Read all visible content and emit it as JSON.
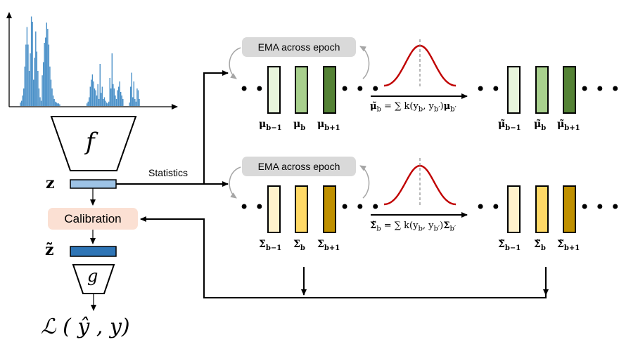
{
  "labels": {
    "f": "f",
    "g": "g",
    "z": "z",
    "z_tilde": "z̃",
    "statistics": "Statistics",
    "calibration": "Calibration",
    "ema_top": "EMA across epoch",
    "ema_bottom": "EMA across epoch",
    "loss": "ℒ ( ŷ , y)"
  },
  "mu_row": {
    "left_labels": [
      {
        "base": "μ",
        "sub": "b−1"
      },
      {
        "base": "μ",
        "sub": "b"
      },
      {
        "base": "μ",
        "sub": "b+1"
      }
    ],
    "right_labels": [
      {
        "base": "μ̃",
        "sub": "b−1"
      },
      {
        "base": "μ̃",
        "sub": "b"
      },
      {
        "base": "μ̃",
        "sub": "b+1"
      }
    ],
    "formula": "μ̃_b = ∑ k(y_b, y_b′) μ_b′",
    "formula_lhs": "μ̃",
    "formula_lhs_sub": "b",
    "formula_rhs": " = ∑ k(y",
    "formula_rhs_sub1": "b",
    "formula_rhs_mid": ", y",
    "formula_rhs_sub2": "b′",
    "formula_rhs_end": ")",
    "formula_tail": "μ",
    "formula_tail_sub": "b′",
    "colors": [
      "#e8f5dc",
      "#a8d08d",
      "#548235"
    ]
  },
  "sigma_row": {
    "left_labels": [
      {
        "base": "Σ",
        "sub": "b−1"
      },
      {
        "base": "Σ",
        "sub": "b"
      },
      {
        "base": "Σ",
        "sub": "b+1"
      }
    ],
    "right_labels": [
      {
        "base": "Σ̃",
        "sub": "b−1"
      },
      {
        "base": "Σ̃",
        "sub": "b"
      },
      {
        "base": "Σ̃",
        "sub": "b+1"
      }
    ],
    "formula_lhs": "Σ̃",
    "formula_lhs_sub": "b",
    "formula_rhs": " = ∑ k(y",
    "formula_rhs_sub1": "b",
    "formula_rhs_mid": ", y",
    "formula_rhs_sub2": "b′",
    "formula_rhs_end": ")",
    "formula_tail": "Σ",
    "formula_tail_sub": "b′",
    "colors": [
      "#fff2cc",
      "#ffd966",
      "#bf9000"
    ]
  },
  "dots": "• • •",
  "colors": {
    "histogram": "#4a90c8",
    "z_box": "#9dc3e6",
    "z_tilde_box": "#2e75b6",
    "gaussian": "#c00000",
    "ema_arrow": "#a6a6a6"
  }
}
